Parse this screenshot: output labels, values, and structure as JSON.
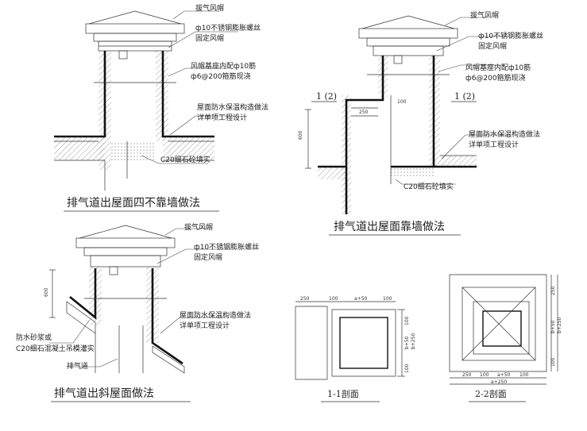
{
  "colors": {
    "line": "#111111",
    "hatch": "#555555",
    "text": "#222222"
  },
  "texts": {
    "cap": "拔气风帽",
    "bolt1": "ф10不锈钢膨胀螺丝",
    "bolt2": "固定风帽",
    "rebar1": "风帽基座内配ф10筋",
    "rebar2": "ф6@200箍筋现浇",
    "roof1": "屋面防水保温构造做法",
    "roof2": "详单项工程设计",
    "fill": "C20细石砼填实",
    "mortar": "防水砂浆或",
    "concrete": "C20细石混凝土吊模灌实",
    "duct": "排气道",
    "sec_mark": "1 (2)"
  },
  "titles": {
    "t1": "排气道出屋面四不靠墙做法",
    "t2": "排气道出屋面靠墙做法",
    "t3": "排气道出斜屋面做法",
    "t4": "1-1剖面",
    "t5": "2-2剖面"
  },
  "dims": {
    "h600": "600",
    "w250": "250",
    "d100": "100",
    "a50": "a+50",
    "a250": "a+250",
    "b50": "b+50",
    "b250": "b+250"
  }
}
